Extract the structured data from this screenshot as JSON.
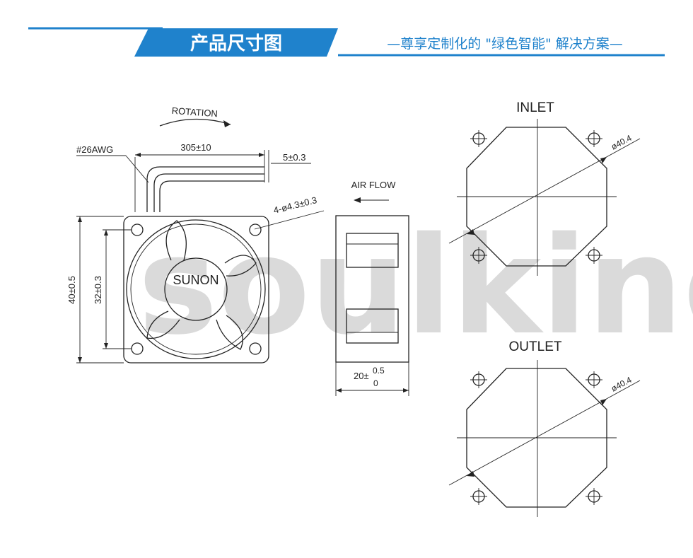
{
  "banner": {
    "title": "产品尺寸图",
    "slogan": "—尊享定制化的 \"绿色智能\" 解决方案—",
    "accent_color": "#1f82cc"
  },
  "watermark": {
    "text": "soulking"
  },
  "drawing": {
    "front_view": {
      "rotation_label": "ROTATION",
      "wire_gauge": "#26AWG",
      "wire_length": "305±10",
      "strip_length": "5±0.3",
      "mount_holes": "4-ø4.3±0.3",
      "brand": "SUNON",
      "outer_size": "40±0.5",
      "hole_spacing": "32±0.3"
    },
    "side_view": {
      "airflow_label": "AIR FLOW",
      "thickness_main": "20±",
      "thickness_upper": "0.5",
      "thickness_lower": "0"
    },
    "inlet_view": {
      "title": "INLET",
      "diameter": "ø40.4"
    },
    "outlet_view": {
      "title": "OUTLET",
      "diameter": "ø40.4"
    }
  }
}
